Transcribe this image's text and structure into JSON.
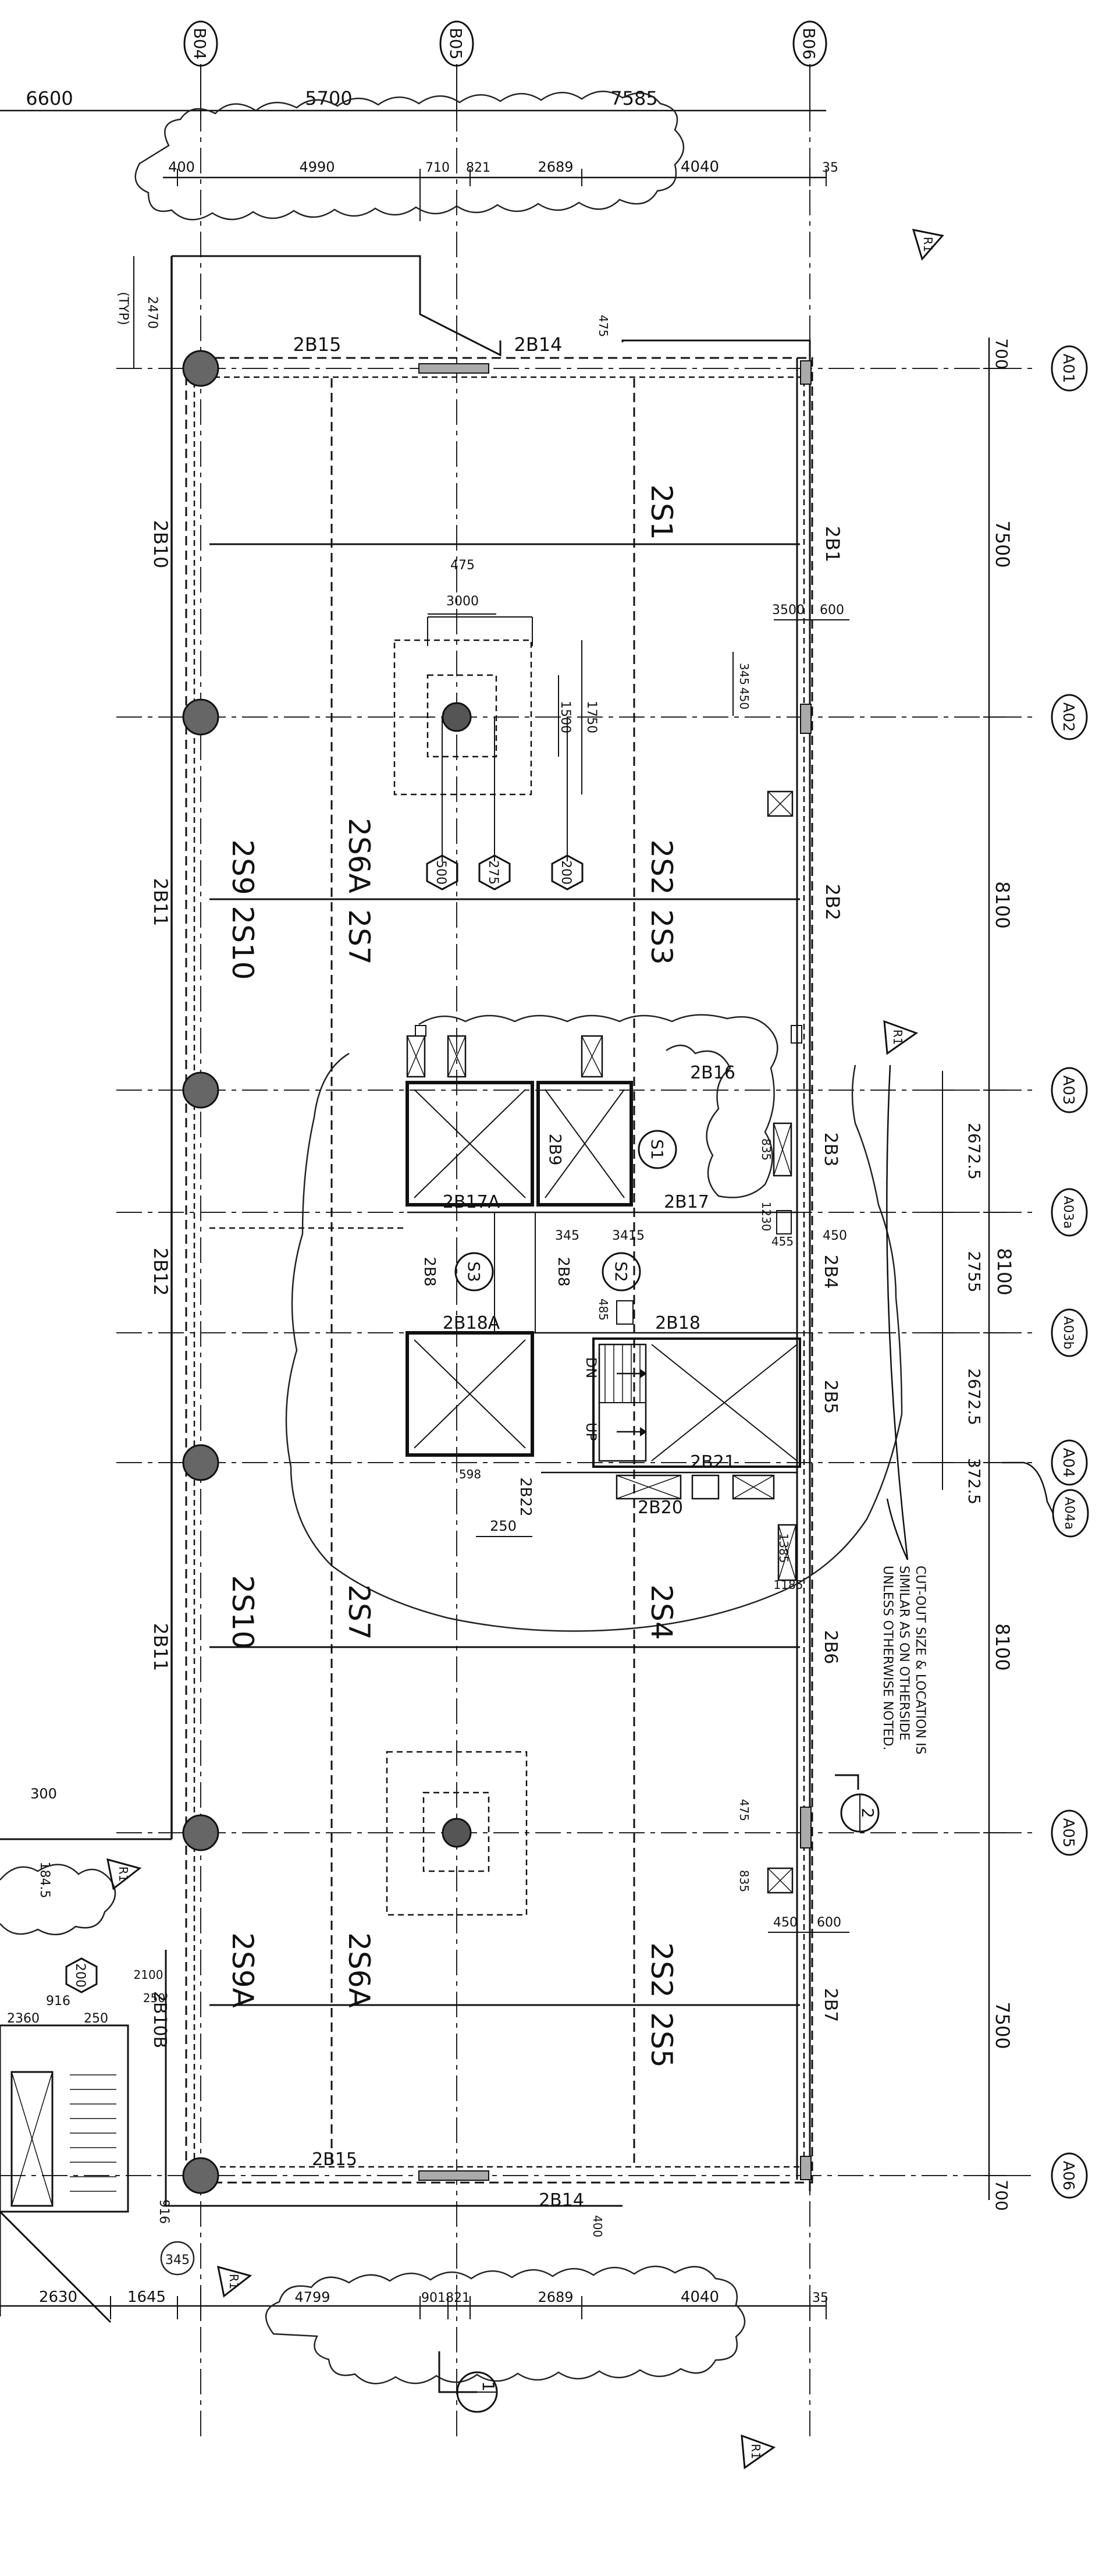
{
  "grid_lines": {
    "top": [
      "B04",
      "B05",
      "B06"
    ],
    "right": [
      "A01",
      "A02",
      "A03",
      "A03a",
      "A03b",
      "A04",
      "A04a",
      "A05",
      "A06"
    ]
  },
  "dimensions": {
    "top_row": [
      "6600",
      "5700",
      "7585"
    ],
    "top_sub": [
      "400",
      "4990",
      "710",
      "821",
      "2689",
      "4040",
      "35"
    ],
    "bottom_sub": [
      "2630",
      "1645",
      "4799",
      "901",
      "821",
      "2689",
      "4040",
      "35"
    ],
    "right_col": [
      "700",
      "7500",
      "8100",
      "2672.5",
      "8100",
      "2755",
      "2672.5",
      "372.5",
      "8100",
      "7500",
      "700"
    ],
    "misc": [
      "2470",
      "(TYP)",
      "475",
      "3000",
      "1500",
      "1750",
      "3500",
      "600",
      "345",
      "450",
      "835",
      "1230",
      "455",
      "450",
      "345",
      "3415",
      "485",
      "598",
      "250",
      "1385",
      "1185",
      "300",
      "184.5",
      "2100",
      "916",
      "2360",
      "250",
      "250",
      "916",
      "400",
      "475",
      "835",
      "450",
      "600",
      "345",
      "400"
    ]
  },
  "beams": [
    "2B15",
    "2B14",
    "2B1",
    "2B10",
    "2B2",
    "2B11",
    "2B16",
    "2B3",
    "2B9",
    "2B17A",
    "2B17",
    "2B8",
    "2B8",
    "2B4",
    "2B12",
    "2B18A",
    "2B18",
    "2B5",
    "2B21",
    "2B22",
    "2B20",
    "2B6",
    "2B11",
    "2B7",
    "2B10B",
    "2B15",
    "2B14"
  ],
  "slabs": [
    "2S1",
    "2S2",
    "2S3",
    "2S6A",
    "2S7",
    "2S9",
    "2S10",
    "2S10",
    "2S7",
    "2S4",
    "2S9A",
    "2S6A",
    "2S2",
    "2S5"
  ],
  "circles": [
    "S1",
    "S3",
    "S2"
  ],
  "hexagons": [
    "500",
    "275",
    "200",
    "200"
  ],
  "stair_labels": [
    "DN",
    "UP"
  ],
  "revision_tags": [
    "R1",
    "R1",
    "R1",
    "R1",
    "R1"
  ],
  "notes": {
    "cutout_line1": "CUT-OUT SIZE & LOCATION IS",
    "cutout_line2": "SIMILAR AS ON OTHERSIDE",
    "cutout_line3": "UNLESS OTHERWISE NOTED."
  },
  "section_markers": [
    {
      "number": "2",
      "sheet": "-"
    },
    {
      "number": "1",
      "sheet": "-"
    }
  ]
}
